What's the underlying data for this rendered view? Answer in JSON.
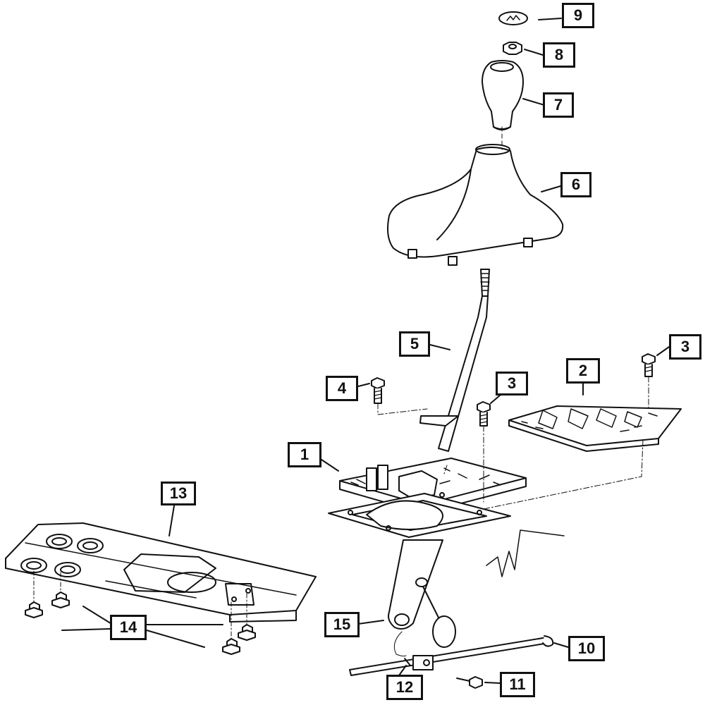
{
  "diagram": {
    "style": {
      "line_color": "#111111",
      "background": "#ffffff",
      "fill": "#ffffff"
    },
    "callouts": [
      {
        "id": "c1",
        "label": "1"
      },
      {
        "id": "c2",
        "label": "2"
      },
      {
        "id": "c3a",
        "label": "3"
      },
      {
        "id": "c3b",
        "label": "3"
      },
      {
        "id": "c4",
        "label": "4"
      },
      {
        "id": "c5",
        "label": "5"
      },
      {
        "id": "c6",
        "label": "6"
      },
      {
        "id": "c7",
        "label": "7"
      },
      {
        "id": "c8",
        "label": "8"
      },
      {
        "id": "c9",
        "label": "9"
      },
      {
        "id": "c10",
        "label": "10"
      },
      {
        "id": "c11",
        "label": "11"
      },
      {
        "id": "c12",
        "label": "12"
      },
      {
        "id": "c13",
        "label": "13"
      },
      {
        "id": "c14",
        "label": "14"
      },
      {
        "id": "c15",
        "label": "15"
      }
    ]
  }
}
